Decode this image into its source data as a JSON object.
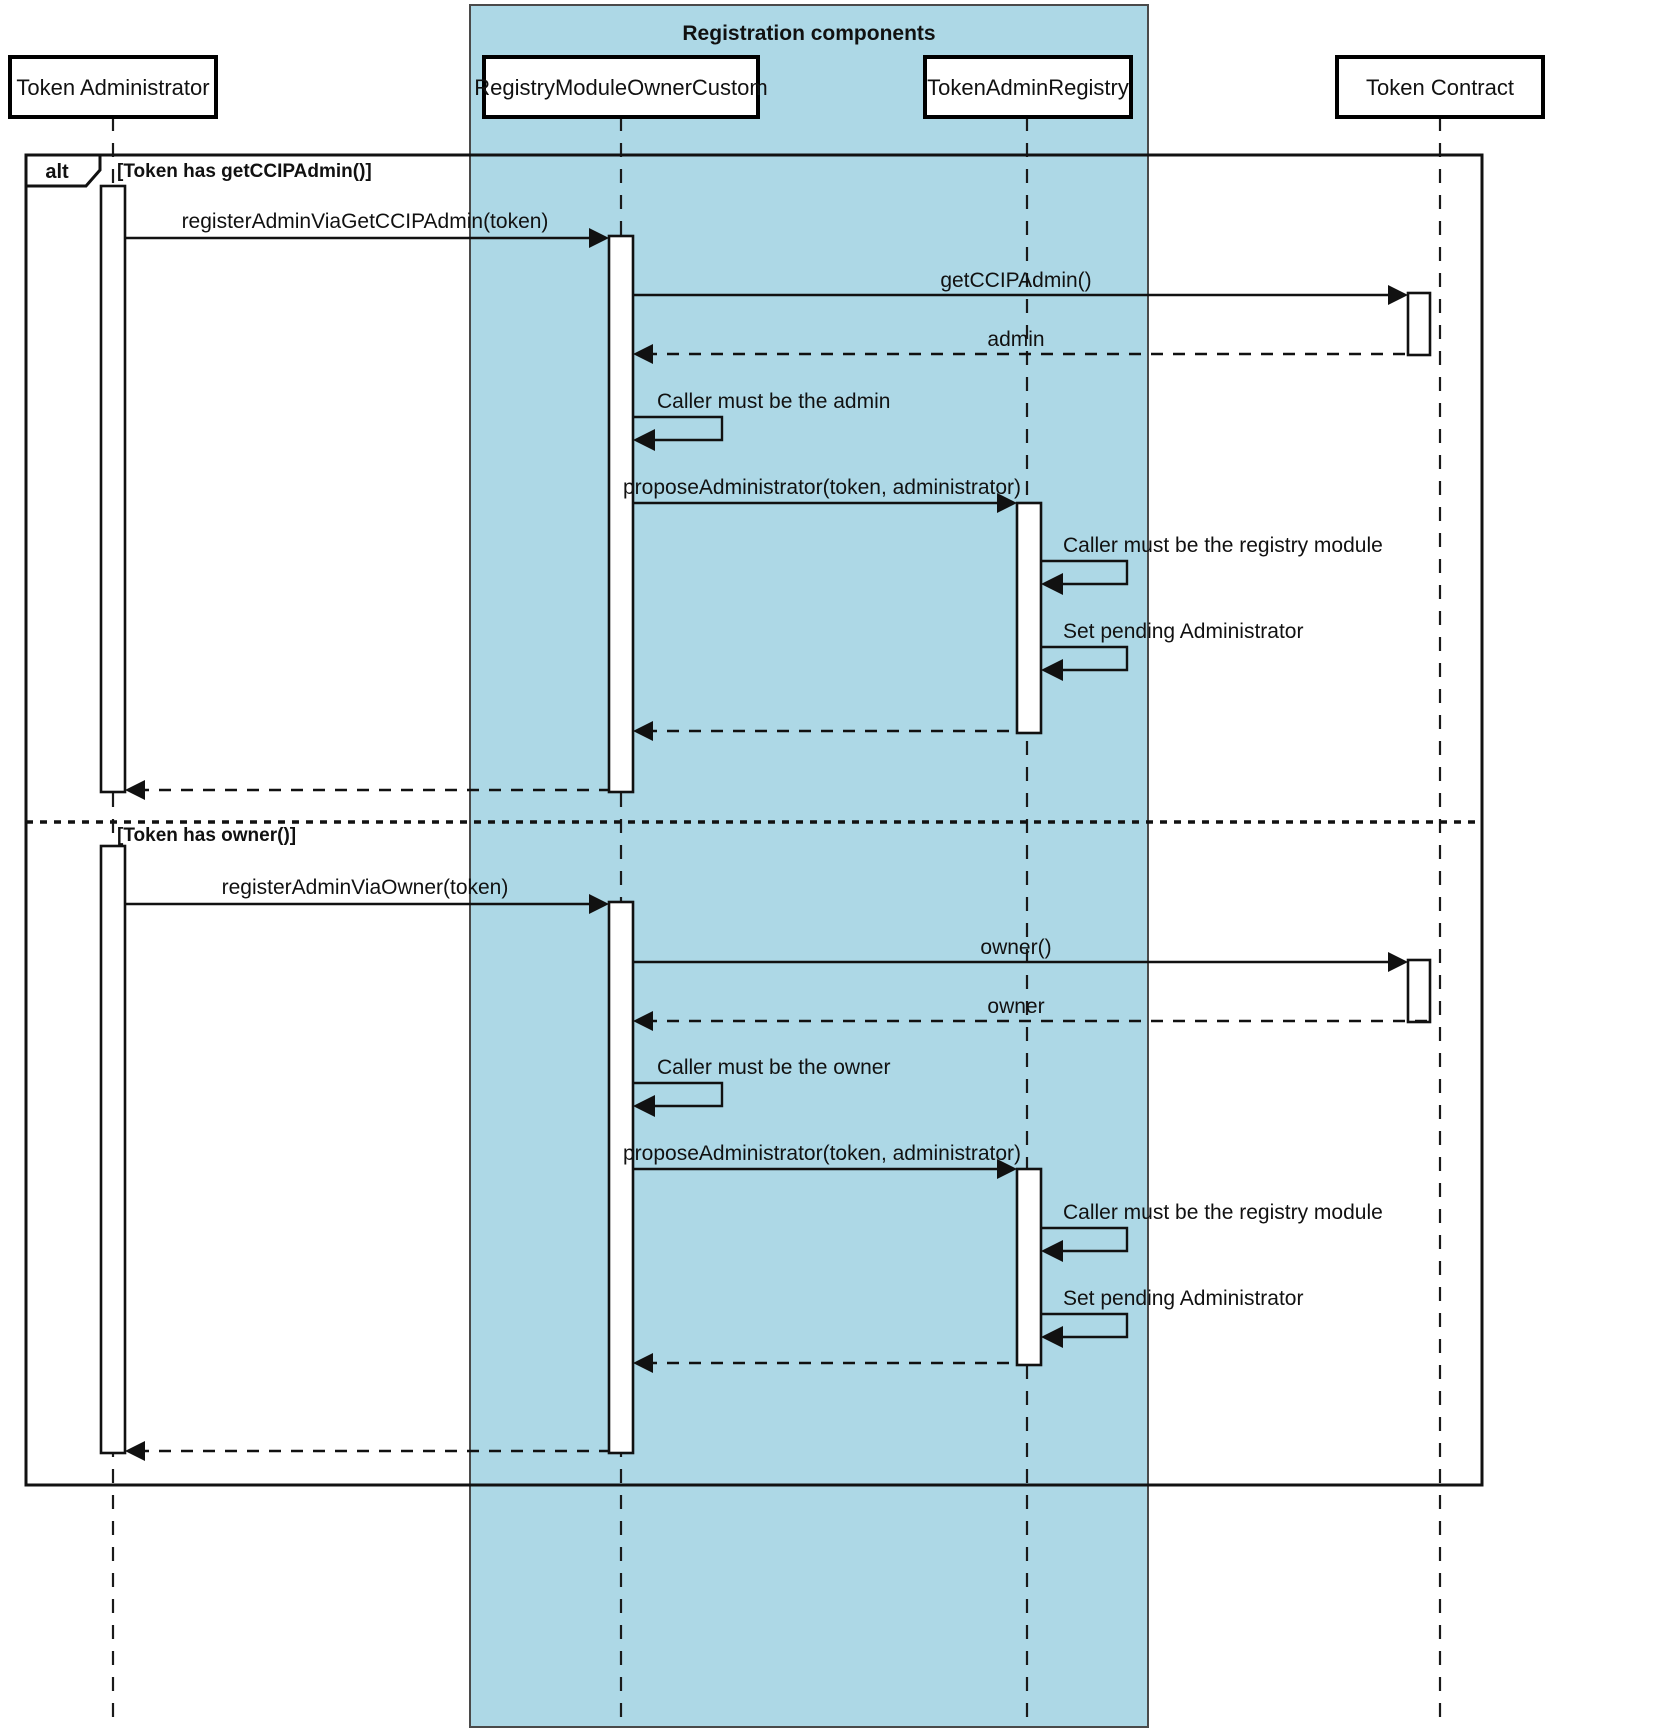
{
  "diagram": {
    "type": "uml-sequence-diagram",
    "title": "",
    "colors": {
      "group_fill": "#ADD8E6",
      "stroke": "#111111",
      "background": "#FFFFFF"
    },
    "participants": [
      {
        "id": "admin",
        "label": "Token Administrator",
        "in_group": false
      },
      {
        "id": "registry_module",
        "label": "RegistryModuleOwnerCustom",
        "in_group": true
      },
      {
        "id": "token_admin_registry",
        "label": "TokenAdminRegistry",
        "in_group": true
      },
      {
        "id": "token_contract",
        "label": "Token Contract",
        "in_group": false
      }
    ],
    "group": {
      "label": "Registration components",
      "members": [
        "RegistryModuleOwnerCustom",
        "TokenAdminRegistry"
      ]
    },
    "fragment": {
      "operator": "alt",
      "branches": [
        {
          "guard": "[Token has getCCIPAdmin()]"
        },
        {
          "guard": "[Token has owner()]"
        }
      ]
    },
    "messages": [
      {
        "index": 1,
        "from": "Token Administrator",
        "to": "RegistryModuleOwnerCustom",
        "label": "registerAdminViaGetCCIPAdmin(token)",
        "kind": "sync",
        "branch": 1
      },
      {
        "index": 2,
        "from": "RegistryModuleOwnerCustom",
        "to": "Token Contract",
        "label": "getCCIPAdmin()",
        "kind": "sync",
        "branch": 1
      },
      {
        "index": 3,
        "from": "Token Contract",
        "to": "RegistryModuleOwnerCustom",
        "label": "admin",
        "kind": "return",
        "branch": 1
      },
      {
        "index": 4,
        "from": "RegistryModuleOwnerCustom",
        "to": "RegistryModuleOwnerCustom",
        "label": "Caller must be the admin",
        "kind": "self",
        "branch": 1
      },
      {
        "index": 5,
        "from": "RegistryModuleOwnerCustom",
        "to": "TokenAdminRegistry",
        "label": "proposeAdministrator(token, administrator)",
        "kind": "sync",
        "branch": 1
      },
      {
        "index": 6,
        "from": "TokenAdminRegistry",
        "to": "TokenAdminRegistry",
        "label": "Caller must be the registry module",
        "kind": "self",
        "branch": 1
      },
      {
        "index": 7,
        "from": "TokenAdminRegistry",
        "to": "TokenAdminRegistry",
        "label": "Set pending Administrator",
        "kind": "self",
        "branch": 1
      },
      {
        "index": 8,
        "from": "TokenAdminRegistry",
        "to": "RegistryModuleOwnerCustom",
        "label": "",
        "kind": "return",
        "branch": 1
      },
      {
        "index": 9,
        "from": "RegistryModuleOwnerCustom",
        "to": "Token Administrator",
        "label": "",
        "kind": "return",
        "branch": 1
      },
      {
        "index": 10,
        "from": "Token Administrator",
        "to": "RegistryModuleOwnerCustom",
        "label": "registerAdminViaOwner(token)",
        "kind": "sync",
        "branch": 2
      },
      {
        "index": 11,
        "from": "RegistryModuleOwnerCustom",
        "to": "Token Contract",
        "label": "owner()",
        "kind": "sync",
        "branch": 2
      },
      {
        "index": 12,
        "from": "Token Contract",
        "to": "RegistryModuleOwnerCustom",
        "label": "owner",
        "kind": "return",
        "branch": 2
      },
      {
        "index": 13,
        "from": "RegistryModuleOwnerCustom",
        "to": "RegistryModuleOwnerCustom",
        "label": "Caller must be the owner",
        "kind": "self",
        "branch": 2
      },
      {
        "index": 14,
        "from": "RegistryModuleOwnerCustom",
        "to": "TokenAdminRegistry",
        "label": "proposeAdministrator(token, administrator)",
        "kind": "sync",
        "branch": 2
      },
      {
        "index": 15,
        "from": "TokenAdminRegistry",
        "to": "TokenAdminRegistry",
        "label": "Caller must be the registry module",
        "kind": "self",
        "branch": 2
      },
      {
        "index": 16,
        "from": "TokenAdminRegistry",
        "to": "TokenAdminRegistry",
        "label": "Set pending Administrator",
        "kind": "self",
        "branch": 2
      },
      {
        "index": 17,
        "from": "TokenAdminRegistry",
        "to": "RegistryModuleOwnerCustom",
        "label": "",
        "kind": "return",
        "branch": 2
      },
      {
        "index": 18,
        "from": "RegistryModuleOwnerCustom",
        "to": "Token Administrator",
        "label": "",
        "kind": "return",
        "branch": 2
      }
    ]
  }
}
